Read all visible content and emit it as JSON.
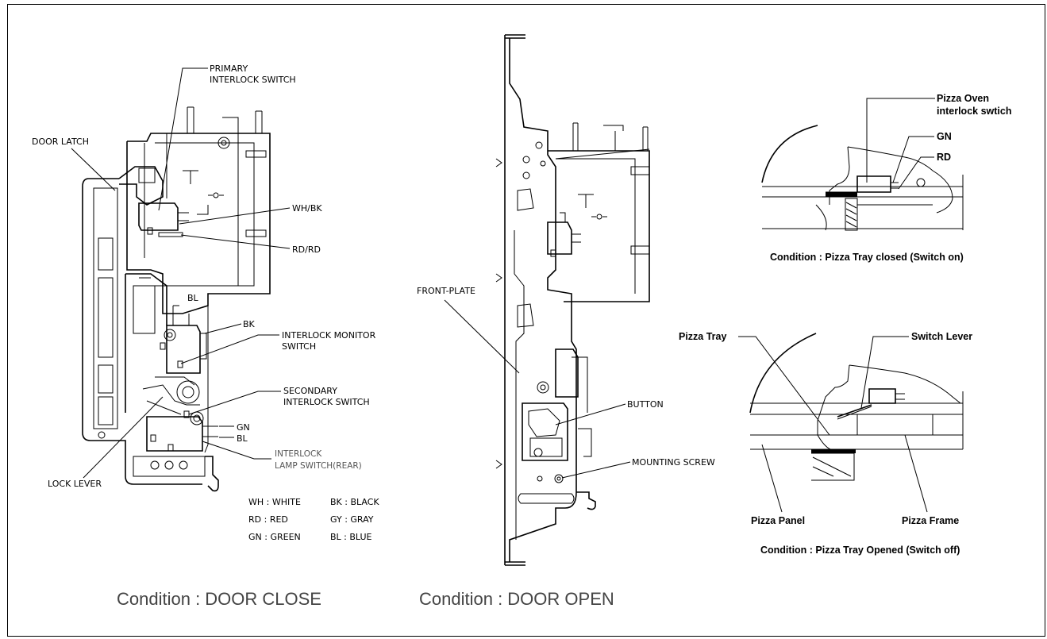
{
  "door_close": {
    "labels": {
      "primary_line1": "PRIMARY",
      "primary_line2": "INTERLOCK SWITCH",
      "door_latch": "DOOR LATCH",
      "wh_bk": "WH/BK",
      "rd_rd": "RD/RD",
      "bl": "BL",
      "bk": "BK",
      "monitor_line1": "INTERLOCK MONITOR",
      "monitor_line2": "SWITCH",
      "secondary_line1": "SECONDARY",
      "secondary_line2": "INTERLOCK SWITCH",
      "gn": "GN",
      "bl2": "BL",
      "lamp_line1": "INTERLOCK",
      "lamp_line2": "LAMP SWITCH(REAR)",
      "lock_lever": "LOCK LEVER"
    },
    "legend": [
      [
        "WH : WHITE",
        "BK : BLACK"
      ],
      [
        "RD : RED",
        "GY : GRAY"
      ],
      [
        "GN : GREEN",
        "BL : BLUE"
      ]
    ],
    "condition": "Condition : DOOR CLOSE"
  },
  "door_open": {
    "labels": {
      "front_plate": "FRONT-PLATE",
      "button": "BUTTON",
      "mounting_screw": "MOUNTING SCREW"
    },
    "condition": "Condition : DOOR OPEN"
  },
  "pizza_closed": {
    "labels": {
      "switch_line1": "Pizza Oven",
      "switch_line2": "interlock swtich",
      "gn": "GN",
      "rd": "RD"
    },
    "condition": "Condition : Pizza Tray closed (Switch on)"
  },
  "pizza_opened": {
    "labels": {
      "pizza_tray": "Pizza Tray",
      "switch_lever": "Switch Lever",
      "pizza_panel": "Pizza Panel",
      "pizza_frame": "Pizza Frame"
    },
    "condition": "Condition : Pizza Tray Opened (Switch off)"
  }
}
